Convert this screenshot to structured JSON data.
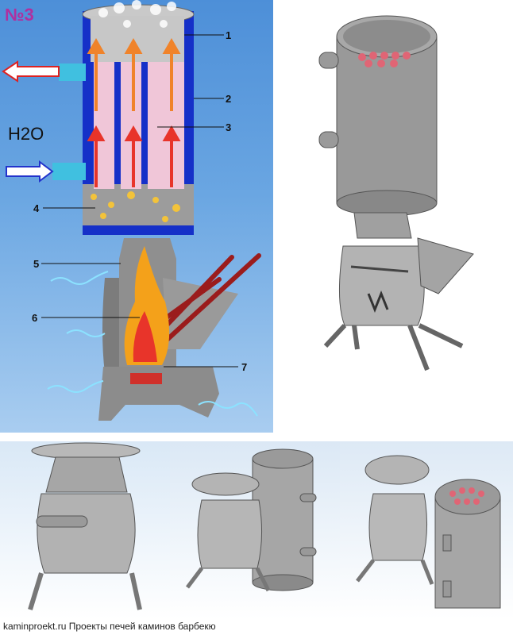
{
  "title": "№3",
  "h2o_label": "H2O",
  "callouts": [
    "1",
    "2",
    "3",
    "4",
    "5",
    "6",
    "7"
  ],
  "footer": "kaminproekt.ru Проекты печей каминов барбекю",
  "colors": {
    "badge": "#b0309f",
    "water_jacket": "#1530c8",
    "pipe": "#f0c6d8",
    "hot_arrow": "#e8342a",
    "warm_arrow": "#f0832a",
    "steel": "#9a9a9a",
    "fire": "#f4a11a"
  },
  "icons": [
    "water-out-arrow-icon",
    "water-in-arrow-icon",
    "flame-icon",
    "heat-wave-icon",
    "smoke-icon"
  ]
}
